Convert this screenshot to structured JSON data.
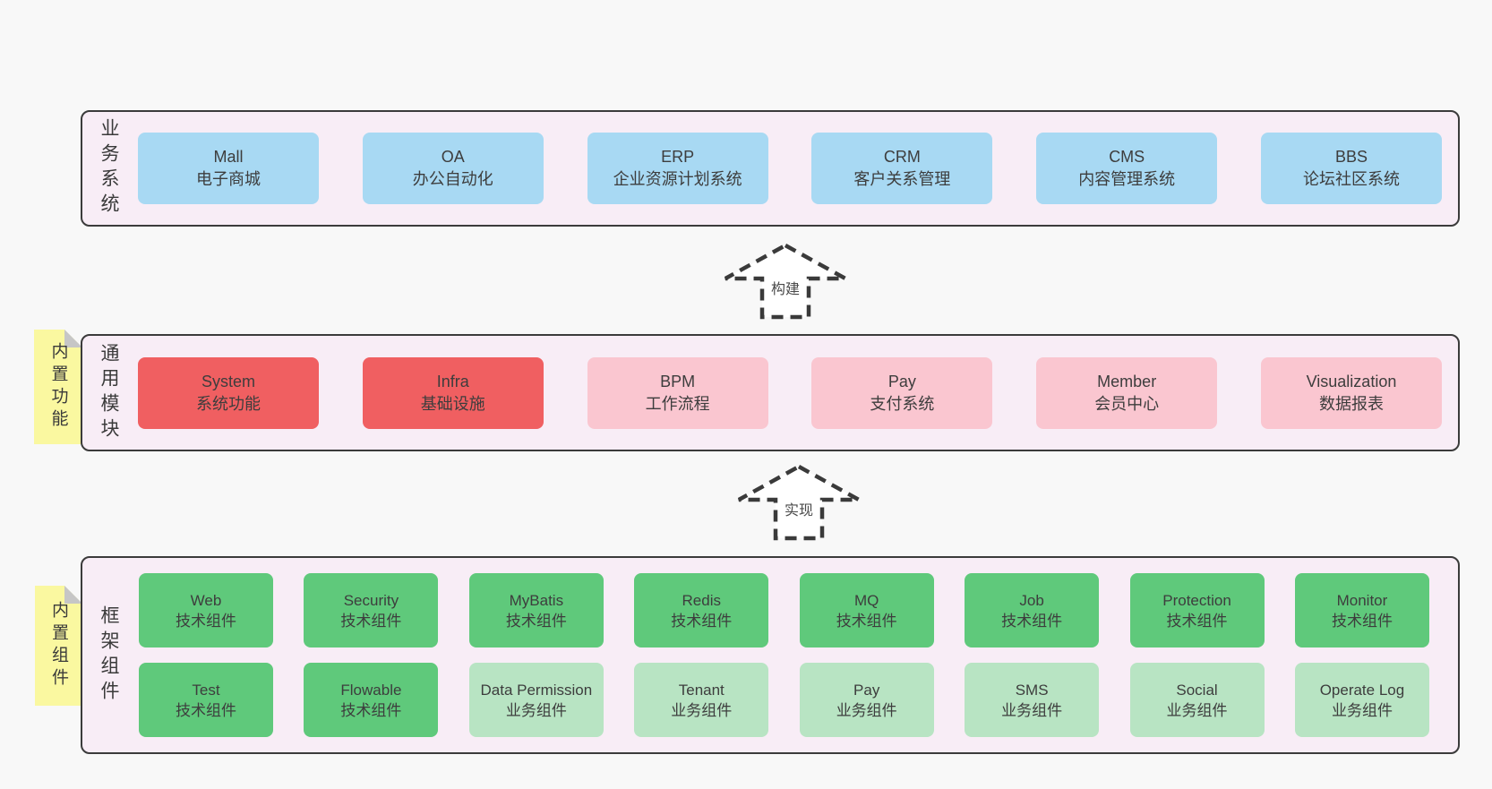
{
  "diagram": {
    "layers": {
      "business": {
        "label": "业务系统",
        "boxes": [
          {
            "title": "Mall",
            "subtitle": "电子商城"
          },
          {
            "title": "OA",
            "subtitle": "办公自动化"
          },
          {
            "title": "ERP",
            "subtitle": "企业资源计划系统"
          },
          {
            "title": "CRM",
            "subtitle": "客户关系管理"
          },
          {
            "title": "CMS",
            "subtitle": "内容管理系统"
          },
          {
            "title": "BBS",
            "subtitle": "论坛社区系统"
          }
        ]
      },
      "modules": {
        "label": "通用模块",
        "sticky": "内置功能",
        "boxes": [
          {
            "title": "System",
            "subtitle": "系统功能",
            "variant": "red"
          },
          {
            "title": "Infra",
            "subtitle": "基础设施",
            "variant": "red"
          },
          {
            "title": "BPM",
            "subtitle": "工作流程",
            "variant": "pink"
          },
          {
            "title": "Pay",
            "subtitle": "支付系统",
            "variant": "pink"
          },
          {
            "title": "Member",
            "subtitle": "会员中心",
            "variant": "pink"
          },
          {
            "title": "Visualization",
            "subtitle": "数据报表",
            "variant": "pink"
          }
        ]
      },
      "framework": {
        "label": "框架组件",
        "sticky": "内置组件",
        "row1": [
          {
            "title": "Web",
            "subtitle": "技术组件",
            "variant": "green"
          },
          {
            "title": "Security",
            "subtitle": "技术组件",
            "variant": "green"
          },
          {
            "title": "MyBatis",
            "subtitle": "技术组件",
            "variant": "green"
          },
          {
            "title": "Redis",
            "subtitle": "技术组件",
            "variant": "green"
          },
          {
            "title": "MQ",
            "subtitle": "技术组件",
            "variant": "green"
          },
          {
            "title": "Job",
            "subtitle": "技术组件",
            "variant": "green"
          },
          {
            "title": "Protection",
            "subtitle": "技术组件",
            "variant": "green"
          },
          {
            "title": "Monitor",
            "subtitle": "技术组件",
            "variant": "green"
          }
        ],
        "row2": [
          {
            "title": "Test",
            "subtitle": "技术组件",
            "variant": "green"
          },
          {
            "title": "Flowable",
            "subtitle": "技术组件",
            "variant": "green"
          },
          {
            "title": "Data Permission",
            "subtitle": "业务组件",
            "variant": "lightgreen"
          },
          {
            "title": "Tenant",
            "subtitle": "业务组件",
            "variant": "lightgreen"
          },
          {
            "title": "Pay",
            "subtitle": "业务组件",
            "variant": "lightgreen"
          },
          {
            "title": "SMS",
            "subtitle": "业务组件",
            "variant": "lightgreen"
          },
          {
            "title": "Social",
            "subtitle": "业务组件",
            "variant": "lightgreen"
          },
          {
            "title": "Operate Log",
            "subtitle": "业务组件",
            "variant": "lightgreen"
          }
        ]
      }
    },
    "arrows": {
      "build": {
        "label": "构建"
      },
      "implement": {
        "label": "实现"
      }
    },
    "colors": {
      "page_bg": "#f8f8f8",
      "layer_bg": "#f8edf6",
      "layer_border": "#3b3b3b",
      "blue_box": "#a8d9f3",
      "red_box": "#f05f61",
      "pink_box": "#fac6d0",
      "green_box": "#5fc97b",
      "light_green_box": "#b8e4c3",
      "sticky_yellow": "#faf8a0",
      "sticky_fold": "#c6c6c6",
      "text": "#3d3d3d"
    }
  }
}
